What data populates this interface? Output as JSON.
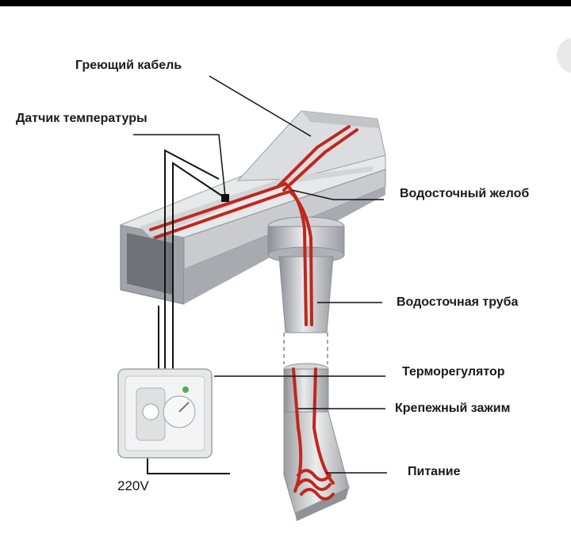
{
  "labels": {
    "heating_cable": "Греющий кабель",
    "temp_sensor": "Датчик температуры",
    "gutter": "Водосточный желоб",
    "downpipe": "Водосточная труба",
    "thermostat": "Терморегулятор",
    "clamp": "Крепежный зажим",
    "power": "Питание",
    "voltage": "220V"
  },
  "colors": {
    "cable": "#c0271d",
    "metal_light": "#e2e3e5",
    "metal_mid": "#b6b8bc",
    "metal_dark": "#85888d",
    "indicator": "#4caf50"
  }
}
